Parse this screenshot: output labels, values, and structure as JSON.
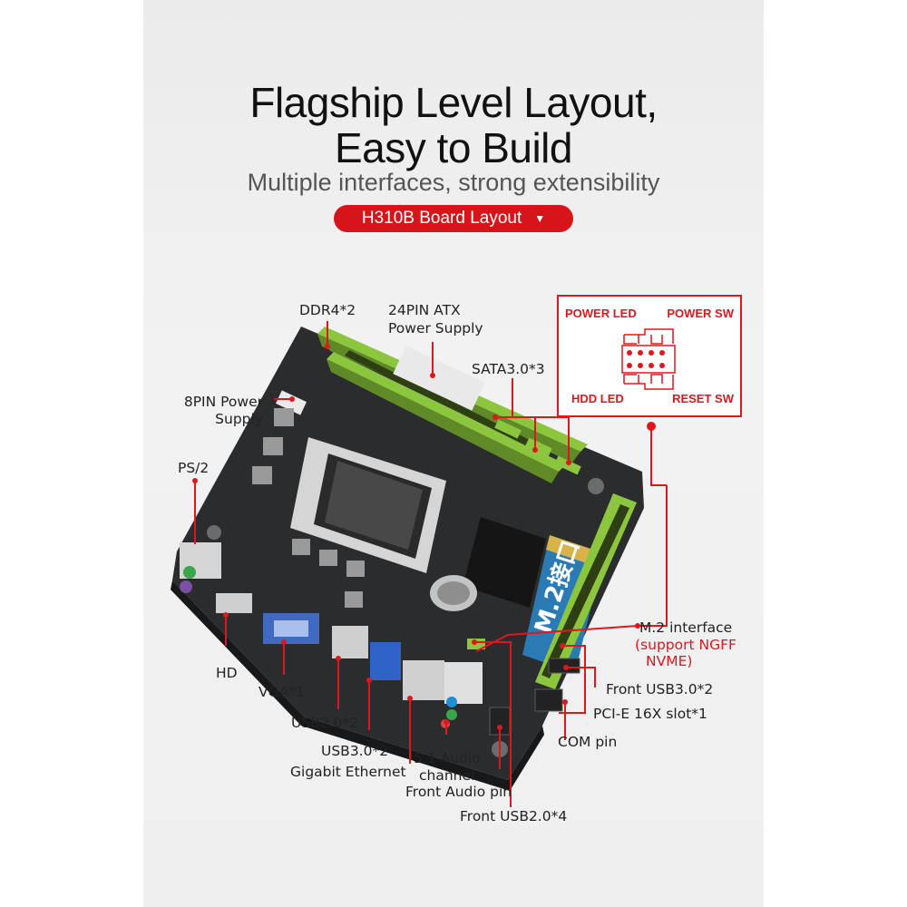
{
  "heading": {
    "line1": "Flagship Level Layout,",
    "line2": "Easy to Build",
    "subtitle": "Multiple interfaces, strong extensibility",
    "pill_label": "H310B Board Layout"
  },
  "board_text": {
    "m2_label": "M.2接口"
  },
  "labels": {
    "ddr4": "DDR4*2",
    "atx_line1": "24PIN ATX",
    "atx_line2": "Power Supply",
    "sata": "SATA3.0*3",
    "pin8_line1": "8PIN Power",
    "pin8_line2": "Supply",
    "ps2": "PS/2",
    "hd": "HD",
    "vga": "VGA*1",
    "usb20": "USB2.0*2",
    "usb30": "USB3.0*2",
    "gigabit": "Gigabit Ethernet",
    "audio_line1": "5.1 Audio",
    "audio_line2": "channel",
    "front_audio": "Front Audio pin",
    "front_usb20": "Front USB2.0*4",
    "m2_line1": "M.2 interface",
    "m2_line2": "(support NGFF",
    "m2_line3": "NVME)",
    "front_usb30": "Front USB3.0*2",
    "pcie": "PCI-E 16X slot*1",
    "com": "COM pin"
  },
  "jumper": {
    "power_led": "POWER LED",
    "power_sw": "POWER SW",
    "hdd_led": "HDD  LED",
    "reset_sw": "RESET SW"
  },
  "colors": {
    "accent_red": "#e0161d",
    "pcb": "#2b2c2e",
    "dimm_green": "#8cc63f",
    "text": "#222222"
  }
}
